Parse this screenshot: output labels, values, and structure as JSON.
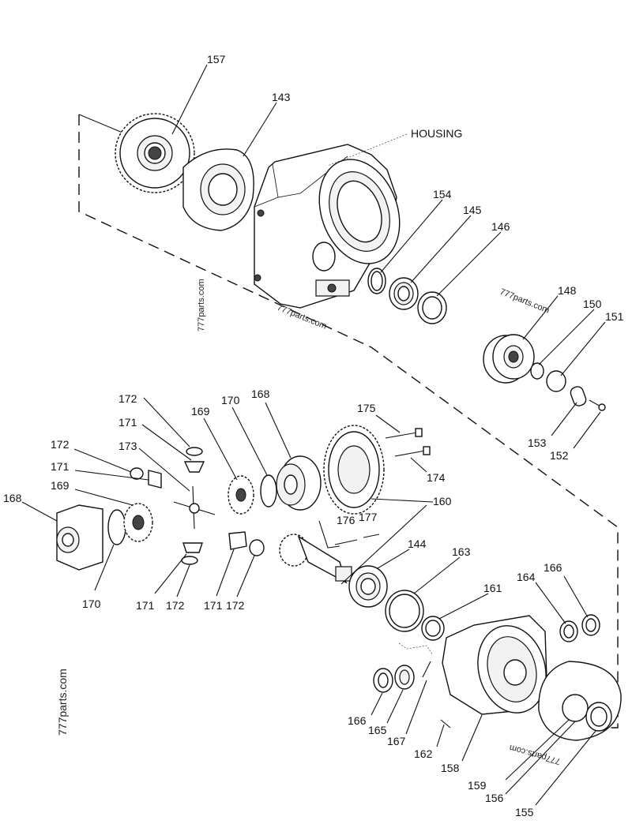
{
  "callouts": {
    "c157": "157",
    "c143": "143",
    "housing": "HOUSING",
    "c154": "154",
    "c145": "145",
    "c146": "146",
    "c148": "148",
    "c150": "150",
    "c151": "151",
    "c153": "153",
    "c152": "152",
    "c175": "175",
    "c174": "174",
    "c160": "160",
    "c176": "176",
    "c177": "177",
    "c168a": "168",
    "c170a": "170",
    "c169a": "169",
    "c172a": "172",
    "c171a": "171",
    "c173": "173",
    "c172b": "172",
    "c171b": "171",
    "c169b": "169",
    "c168b": "168",
    "c170b": "170",
    "c171c": "171",
    "c172c": "172",
    "c171d": "171",
    "c172d": "172",
    "c144": "144",
    "c163": "163",
    "c161": "161",
    "c164": "164",
    "c166a": "166",
    "c166b": "166",
    "c165": "165",
    "c167": "167",
    "c162": "162",
    "c158": "158",
    "c159": "159",
    "c156": "156",
    "c155": "155"
  },
  "watermarks": {
    "w1": "777parts.com",
    "w2": "777parts.com",
    "w3": "777parts.com",
    "w4": "777parts.com",
    "w5": "777parts.com"
  }
}
